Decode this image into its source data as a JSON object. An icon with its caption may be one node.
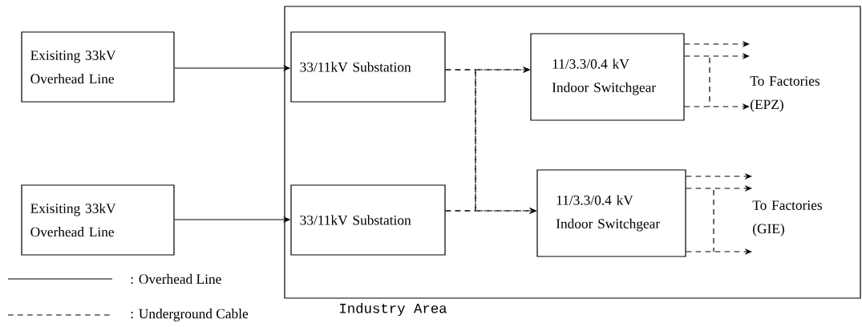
{
  "diagram": {
    "nodes": [
      {
        "text": [
          "Industry Area"
        ]
      },
      {
        "text": [
          "Exisiting 33kV Overhead Line"
        ]
      },
      {
        "text": [
          "Exisiting 33kV Overhead Line"
        ]
      },
      {
        "text": [
          "33/11kV Substation"
        ],
        "in": 0
      },
      {
        "text": [
          "33/11kV Substation"
        ],
        "in": 0
      },
      {
        "text": [
          "11/3.3/0.4 kV Indoor Switchgear"
        ],
        "in": 0
      },
      {
        "text": [
          "11/3.3/0.4 kV Indoor Switchgear"
        ],
        "in": 0
      },
      {
        "text": [
          "To Factories (EPZ)"
        ],
        "in": 0
      },
      {
        "text": [
          "To Factories (GIE)"
        ],
        "in": 0
      }
    ],
    "edges": [
      {
        "from": 1,
        "to": 3,
        "arrow": "to"
      },
      {
        "from": 2,
        "to": 4,
        "arrow": "to"
      },
      {
        "from": 3,
        "to": 5,
        "arrow": "to",
        "style": "dashed"
      },
      {
        "from": 3,
        "to": 6,
        "arrow": "to",
        "style": "dashed"
      },
      {
        "from": 4,
        "to": 5,
        "arrow": "to",
        "style": "dashed"
      },
      {
        "from": 4,
        "to": 6,
        "arrow": "to",
        "style": "dashed"
      },
      {
        "from": 5,
        "to": 7,
        "arrow": "to",
        "style": "dashed"
      },
      {
        "from": 5,
        "to": 7,
        "arrow": "to",
        "style": "dashed"
      },
      {
        "from": 5,
        "to": 7,
        "arrow": "to",
        "style": "dashed"
      },
      {
        "from": 6,
        "to": 8,
        "arrow": "to",
        "style": "dashed"
      },
      {
        "from": 6,
        "to": 8,
        "arrow": "to",
        "style": "dashed"
      },
      {
        "from": 6,
        "to": 8,
        "arrow": "to",
        "style": "dashed"
      }
    ],
    "legend": [
      {
        "text": ": Overhead Line"
      },
      {
        "text": ": Underground Cable"
      }
    ]
  }
}
